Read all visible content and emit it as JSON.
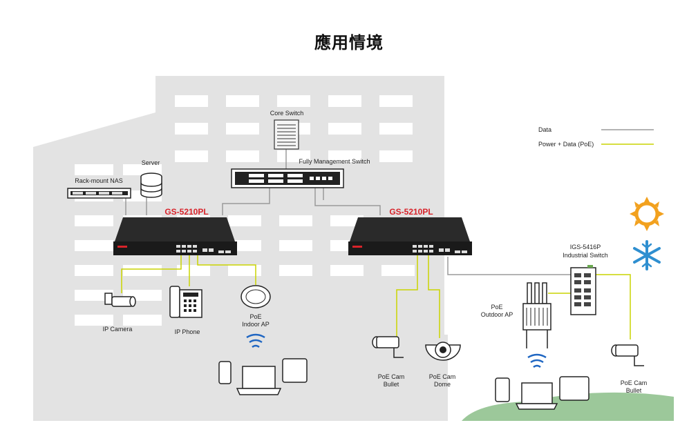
{
  "page": {
    "title": "應用情境"
  },
  "legend": {
    "data_label": "Data",
    "poe_label": "Power + Data (PoE)",
    "data_color": "#9a9a9a",
    "poe_color": "#c9d400"
  },
  "colors": {
    "building": "#e3e3e3",
    "window": "#ffffff",
    "switch_body": "#222222",
    "model_label": "#d8232a",
    "wifi": "#1f66c2",
    "grass": "#9cc89a",
    "sun": "#f2a11e",
    "snow": "#2f8fd0"
  },
  "devices": {
    "core_switch": "Core Switch",
    "mgmt_switch": "Fully Management Switch",
    "server": "Server",
    "nas": "Rack-mount NAS",
    "left_switch": "GS-5210PL",
    "right_switch": "GS-5210PL",
    "ip_camera": "IP Camera",
    "ip_phone": "IP Phone",
    "indoor_ap_1": "PoE",
    "indoor_ap_2": "Indoor AP",
    "cam_bullet_1": "PoE Cam",
    "cam_bullet_2": "Bullet",
    "cam_dome_1": "PoE Cam",
    "cam_dome_2": "Dome",
    "outdoor_ap_1": "PoE",
    "outdoor_ap_2": "Outdoor AP",
    "industrial_1": "IGS-5416P",
    "industrial_2": "Industrial Switch",
    "cam_bullet2_1": "PoE Cam",
    "cam_bullet2_2": "Bullet"
  },
  "icons": [
    "sun-icon",
    "snowflake-icon",
    "wifi-icon",
    "camera-icon",
    "phone-icon",
    "laptop-icon",
    "tablet-icon",
    "smartphone-icon",
    "server-icon",
    "nas-icon",
    "switch-icon",
    "access-point-icon"
  ]
}
